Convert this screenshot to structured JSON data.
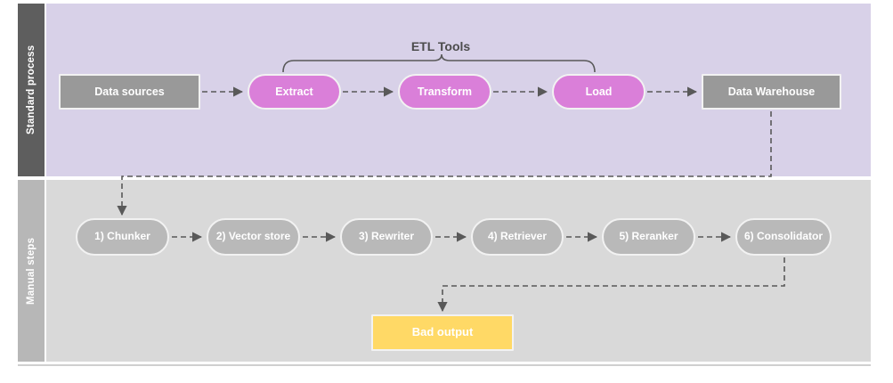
{
  "diagram": {
    "lanes": [
      {
        "label": "Standard process",
        "color": "#5e5e5e",
        "background": "#d8d1e8"
      },
      {
        "label": "Manual steps",
        "color": "#b7b7b7",
        "background": "#d9d9d9"
      }
    ],
    "annotations": {
      "etl_bracket_label": "ETL Tools"
    },
    "standard_process": {
      "nodes": [
        {
          "id": "data-sources",
          "label": "Data sources",
          "shape": "rect",
          "color": "#999999"
        },
        {
          "id": "extract",
          "label": "Extract",
          "shape": "pill",
          "color": "#da7fd9"
        },
        {
          "id": "transform",
          "label": "Transform",
          "shape": "pill",
          "color": "#da7fd9"
        },
        {
          "id": "load",
          "label": "Load",
          "shape": "pill",
          "color": "#da7fd9"
        },
        {
          "id": "data-warehouse",
          "label": "Data Warehouse",
          "shape": "rect",
          "color": "#999999"
        }
      ]
    },
    "manual_steps": {
      "nodes": [
        {
          "id": "chunker",
          "label": "1) Chunker",
          "shape": "pill",
          "color": "#b9b9b9"
        },
        {
          "id": "vector-store",
          "label": "2) Vector store",
          "shape": "pill",
          "color": "#b9b9b9"
        },
        {
          "id": "rewriter",
          "label": "3) Rewriter",
          "shape": "pill",
          "color": "#b9b9b9"
        },
        {
          "id": "retriever",
          "label": "4) Retriever",
          "shape": "pill",
          "color": "#b9b9b9"
        },
        {
          "id": "reranker",
          "label": "5) Reranker",
          "shape": "pill",
          "color": "#b9b9b9"
        },
        {
          "id": "consolidator",
          "label": "6) Consolidator",
          "shape": "pill",
          "color": "#b9b9b9"
        }
      ],
      "outcome": {
        "id": "bad-output",
        "label": "Bad output",
        "shape": "rect",
        "color": "#ffd966"
      }
    },
    "connector_style": {
      "stroke": "#595959",
      "dash": "6 4",
      "kind": "dashed-arrow"
    }
  }
}
